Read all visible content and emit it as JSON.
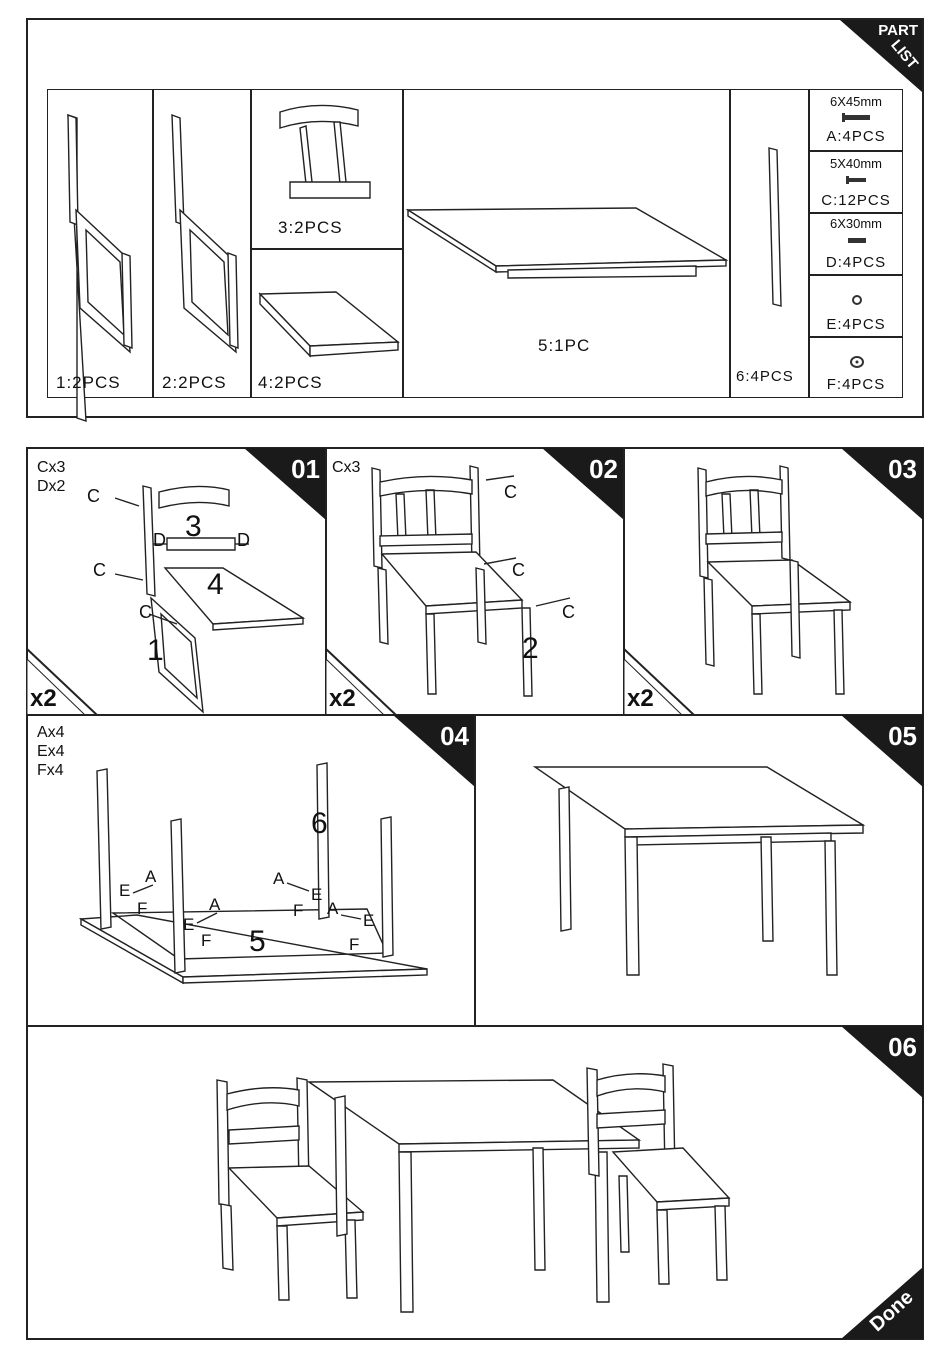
{
  "part_list": {
    "tag_line1": "PART",
    "tag_line2": "LIST",
    "parts": [
      {
        "label": "1:2PCS"
      },
      {
        "label": "2:2PCS"
      },
      {
        "label": "3:2PCS"
      },
      {
        "label": "4:2PCS"
      },
      {
        "label": "5:1PC"
      },
      {
        "label": "6:4PCS"
      }
    ],
    "hardware": [
      {
        "size": "6X45mm",
        "qty": "A:4PCS"
      },
      {
        "size": "5X40mm",
        "qty": "C:12PCS"
      },
      {
        "size": "6X30mm",
        "qty": "D:4PCS"
      },
      {
        "size": "",
        "qty": "E:4PCS"
      },
      {
        "size": "",
        "qty": "F:4PCS"
      }
    ]
  },
  "steps": [
    {
      "num": "01",
      "requires": "Cx3\nDx2",
      "multiplier": "x2",
      "callouts": [
        "C",
        "C",
        "C",
        "D",
        "D",
        "3",
        "4",
        "1"
      ]
    },
    {
      "num": "02",
      "requires": "Cx3",
      "multiplier": "x2",
      "callouts": [
        "C",
        "C",
        "C",
        "2"
      ]
    },
    {
      "num": "03",
      "requires": "",
      "multiplier": "x2"
    },
    {
      "num": "04",
      "requires": "Ax4\nEx4\nFx4",
      "callouts": [
        "A",
        "E",
        "F",
        "A",
        "E",
        "F",
        "A",
        "E",
        "F",
        "A",
        "E",
        "F",
        "6",
        "5"
      ]
    },
    {
      "num": "05"
    },
    {
      "num": "06",
      "done": "Done"
    }
  ]
}
